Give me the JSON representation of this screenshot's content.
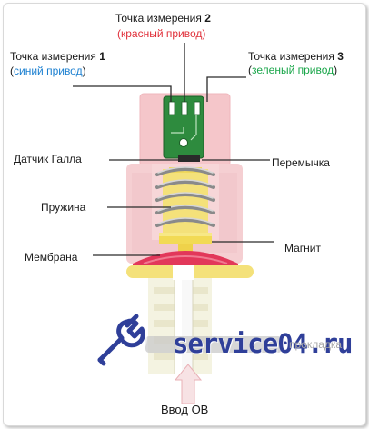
{
  "labels": {
    "point2_title": "Точка измерения",
    "point2_num": "2",
    "point2_sub": "(красный привод)",
    "point1_title": "Точка измерения",
    "point1_num": "1",
    "point1_sub_open": "(",
    "point1_sub": "синий привод",
    "point1_sub_close": ")",
    "point3_title": "Точка измерения",
    "point3_num": "3",
    "point3_sub_open": "(",
    "point3_sub": "зеленый привод",
    "point3_sub_close": ")",
    "hall_sensor": "Датчик Галла",
    "jumper": "Перемычка",
    "spring": "Пружина",
    "magnet": "Магнит",
    "membrane": "Мембрана",
    "gasket": "прокладка",
    "water_input": "Ввод ОВ"
  },
  "watermark": {
    "text": "service04.ru",
    "icon": "wrench-icon"
  },
  "colors": {
    "blue": "#1a7fd0",
    "red": "#e0303a",
    "green": "#1aa64a",
    "housing_pink": "#f5c6ca",
    "spring_yellow": "#f4e17a",
    "pcb_green": "#2e8b3e",
    "membrane_red": "#e2385a"
  }
}
